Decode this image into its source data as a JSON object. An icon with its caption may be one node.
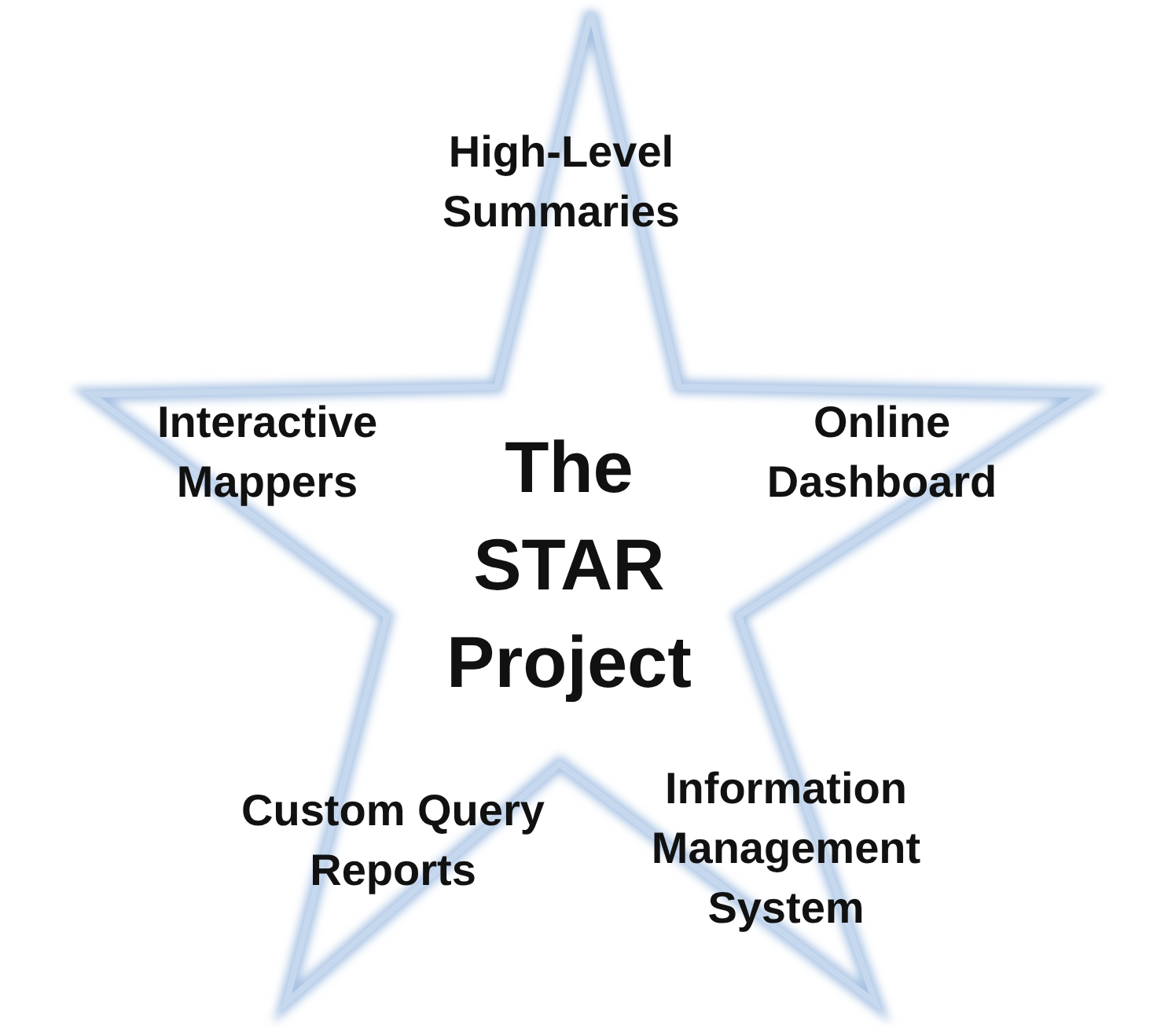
{
  "diagram": {
    "nodes": [
      {
        "text": [
          "High-Level Summaries",
          "Interactive Mappers",
          "The STAR Project",
          "Online Dashboard",
          "Custom Query Reports",
          "Information Management System"
        ]
      }
    ]
  }
}
